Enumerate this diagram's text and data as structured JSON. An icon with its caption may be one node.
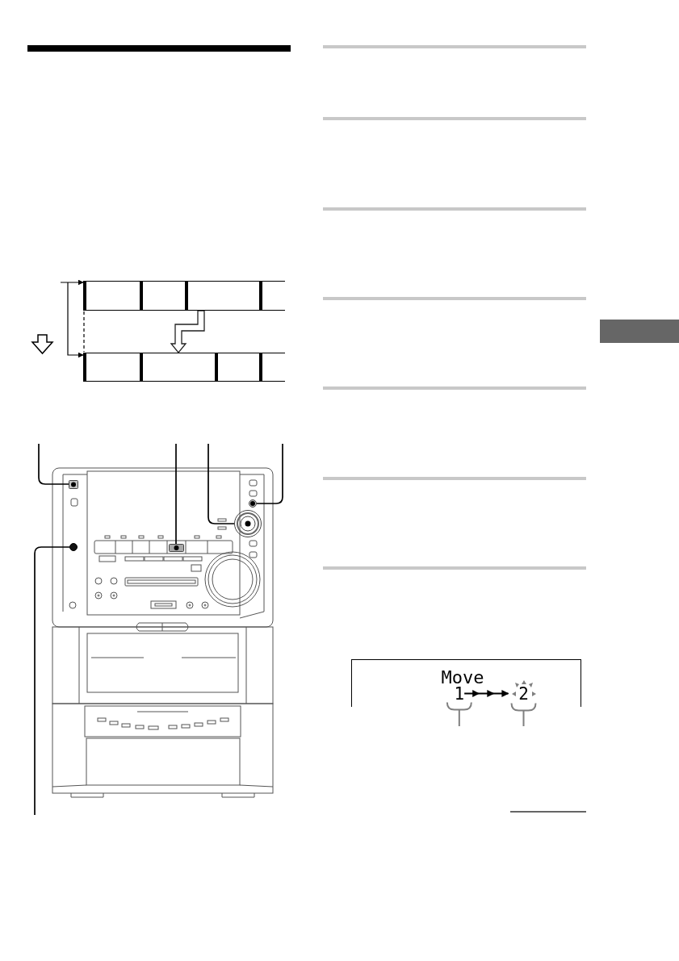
{
  "diagram": {
    "nodes": [
      {
        "text": [],
        "shape": "box"
      },
      {
        "text": [],
        "shape": "box"
      },
      {
        "text": [],
        "shape": "box"
      },
      {
        "text": [],
        "shape": "box"
      },
      {
        "text": [],
        "shape": "box"
      },
      {
        "text": [],
        "shape": "box"
      },
      {
        "text": [],
        "shape": "box"
      },
      {
        "text": [],
        "shape": "box"
      },
      {
        "text": [],
        "shape": "box"
      },
      {
        "text": [],
        "shape": "box"
      },
      {
        "text": [],
        "shape": "circle"
      },
      {
        "text": [],
        "shape": "circle"
      },
      {
        "text": [],
        "shape": "circle"
      },
      {
        "text": [
          "Move"
        ]
      },
      {
        "text": [
          "1"
        ],
        "in": 13
      },
      {
        "text": [
          "2"
        ],
        "in": 13
      },
      {
        "text": [],
        "shape": "box"
      }
    ],
    "edges": [
      {
        "from": 2,
        "to": 5,
        "arrow": "to"
      },
      {
        "from": null,
        "to": 8,
        "arrow": "none"
      },
      {
        "from": null,
        "to": 9,
        "arrow": "none"
      },
      {
        "from": null,
        "to": 10,
        "arrow": "none"
      },
      {
        "from": null,
        "to": 11,
        "arrow": "none"
      },
      {
        "from": null,
        "to": 12,
        "arrow": "none"
      },
      {
        "from": null,
        "to": 14,
        "arrow": "none",
        "color": "#808080"
      },
      {
        "from": null,
        "to": 15,
        "arrow": "none",
        "color": "#808080"
      },
      {
        "from": 14,
        "to": 15,
        "arrow": "to"
      },
      {
        "from": 0,
        "to": 4,
        "arrow": "both"
      }
    ]
  }
}
